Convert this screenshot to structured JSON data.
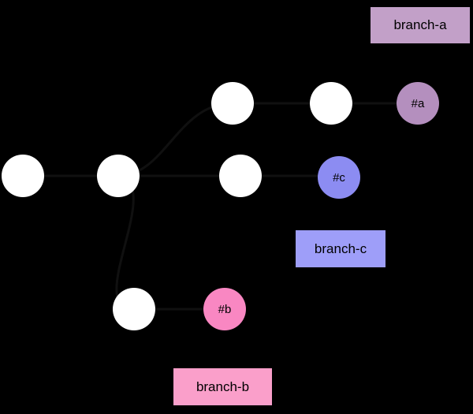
{
  "diagram": {
    "type": "git-commit-graph",
    "background_color": "#000000",
    "plain_commit_color": "#ffffff",
    "edge_color": "#101010",
    "plain_commit_count": 6,
    "branch_tags": [
      {
        "id": "branch-a",
        "label": "branch-a",
        "bg": "#c2a0c8"
      },
      {
        "id": "branch-c",
        "label": "branch-c",
        "bg": "#9e9ef9"
      },
      {
        "id": "branch-b",
        "label": "branch-b",
        "bg": "#fa9fca"
      }
    ],
    "labeled_commits": [
      {
        "id": "a",
        "label": "#a",
        "bg": "#b48fbe"
      },
      {
        "id": "c",
        "label": "#c",
        "bg": "#8c8cf2"
      },
      {
        "id": "b",
        "label": "#b",
        "bg": "#f987c2"
      }
    ]
  }
}
